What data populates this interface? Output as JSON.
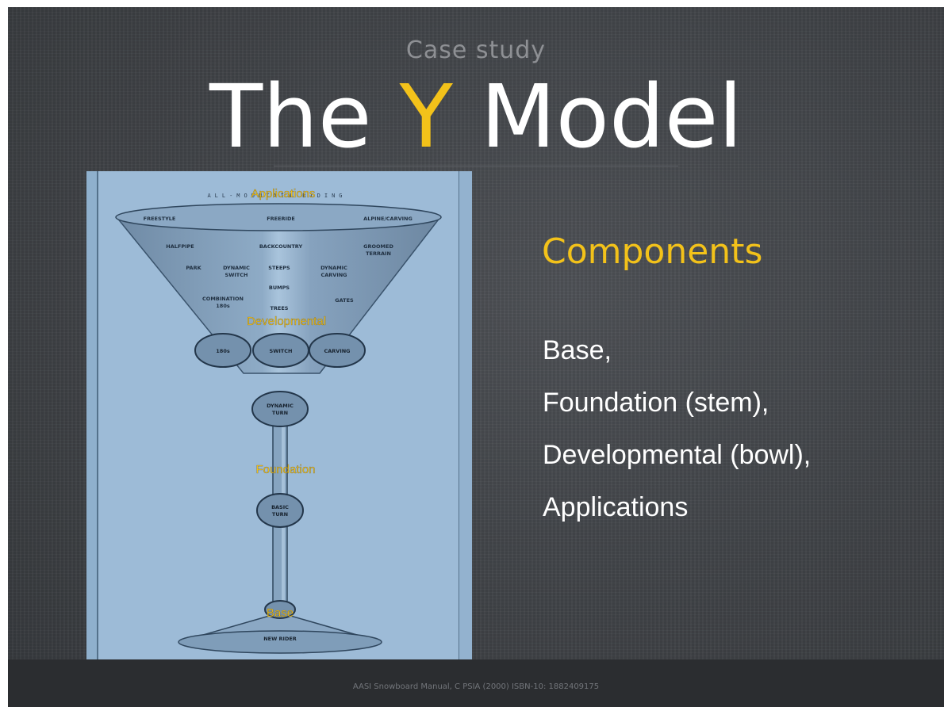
{
  "slide": {
    "kicker": "Case study",
    "title_before": "The ",
    "title_highlight": "Y",
    "title_after": " Model",
    "accent_color": "#f3c21a"
  },
  "figure": {
    "banner": "ALL-MOUNTAIN RIDING",
    "overlay_labels": {
      "applications": "Applications",
      "developmental": "Developmental",
      "foundation": "Foundation",
      "base": "Base"
    },
    "rim_labels": [
      "FREESTYLE",
      "FREERIDE",
      "ALPINE/CARVING"
    ],
    "bowl_labels": {
      "halfpipe": "HALFPIPE",
      "backcountry": "BACKCOUNTRY",
      "groomed": "GROOMED",
      "terrain": "TERRAIN",
      "park": "PARK",
      "dynamic_switch_1": "DYNAMIC",
      "dynamic_switch_2": "SWITCH",
      "steeps": "STEEPS",
      "dynamic_carving_1": "DYNAMIC",
      "dynamic_carving_2": "CARVING",
      "bumps": "BUMPS",
      "combination_1": "COMBINATION",
      "combination_2": "180s",
      "trees": "TREES",
      "gates": "GATES"
    },
    "ovals": {
      "left": "180s",
      "center": "SWITCH",
      "right": "CARVING",
      "dynamic_turn_1": "DYNAMIC",
      "dynamic_turn_2": "TURN",
      "basic_turn_1": "BASIC",
      "basic_turn_2": "TURN"
    },
    "base_label": "NEW RIDER"
  },
  "content": {
    "heading": "Components",
    "items": [
      "Base,",
      "Foundation (stem),",
      "Developmental (bowl),",
      "Applications"
    ]
  },
  "footer": {
    "citation": "AASI Snowboard Manual, C PSIA (2000) ISBN-10: 1882409175"
  }
}
